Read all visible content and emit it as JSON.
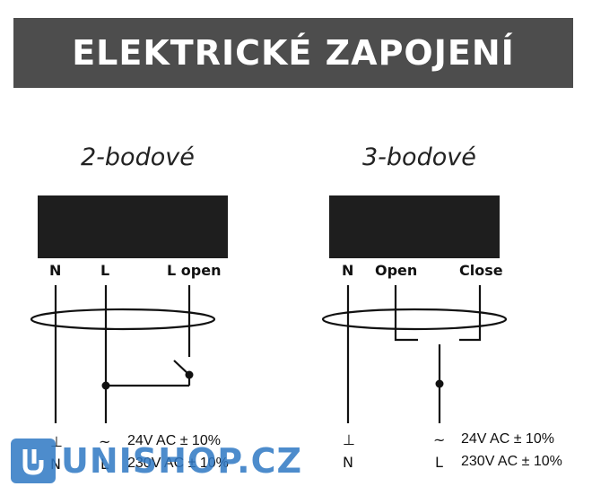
{
  "header": {
    "title": "ELEKTRICKÉ ZAPOJENÍ"
  },
  "two_point": {
    "title": "2-bodové",
    "terminals": [
      "N",
      "L",
      "L open"
    ],
    "legend": [
      {
        "symbol": "⊥",
        "alt": "~",
        "value": "24V AC ± 10%"
      },
      {
        "symbol": "N",
        "alt": "L",
        "value": "230V AC ± 10%"
      }
    ]
  },
  "three_point": {
    "title": "3-bodové",
    "terminals": [
      "N",
      "Open",
      "Close"
    ],
    "legend": [
      {
        "symbol": "⊥",
        "alt": "~",
        "value": "24V AC ± 10%"
      },
      {
        "symbol": "N",
        "alt": "L",
        "value": "230V AC ± 10%"
      }
    ]
  },
  "watermark": {
    "text": "UNISHOP.CZ"
  },
  "colors": {
    "header_bg": "#4d4d4d",
    "box": "#1e1e1e",
    "line": "#111111",
    "watermark": "#2f78c4"
  }
}
